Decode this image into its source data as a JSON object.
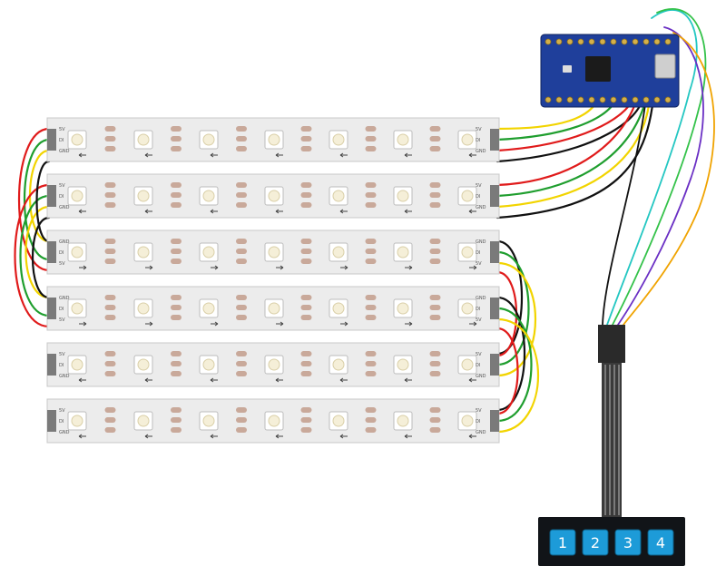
{
  "colors": {
    "wire_red": "#e01b1b",
    "wire_green": "#1f9e2e",
    "wire_yellow": "#f2d400",
    "wire_black": "#111111",
    "wire_cyan": "#24c7c2",
    "wire_lime": "#34c24a",
    "wire_purple": "#6a2fc4",
    "wire_orange": "#f0a300",
    "strip": "#ececec",
    "led": "#f5efd8",
    "board": "#1f3f9b",
    "keypad": "#111418",
    "key": "#1d9bd8"
  },
  "strips": [
    {
      "pins": [
        "5V",
        "DI",
        "GND"
      ],
      "direction": "left"
    },
    {
      "pins": [
        "5V",
        "DI",
        "GND"
      ],
      "direction": "left"
    },
    {
      "pins": [
        "GND",
        "DI",
        "5V"
      ],
      "direction": "right"
    },
    {
      "pins": [
        "GND",
        "DI",
        "5V"
      ],
      "direction": "right"
    },
    {
      "pins": [
        "5V",
        "DI",
        "GND"
      ],
      "direction": "left"
    },
    {
      "pins": [
        "5V",
        "DI",
        "GND"
      ],
      "direction": "left"
    }
  ],
  "keypad": {
    "keys": [
      "1",
      "2",
      "3",
      "4"
    ]
  }
}
